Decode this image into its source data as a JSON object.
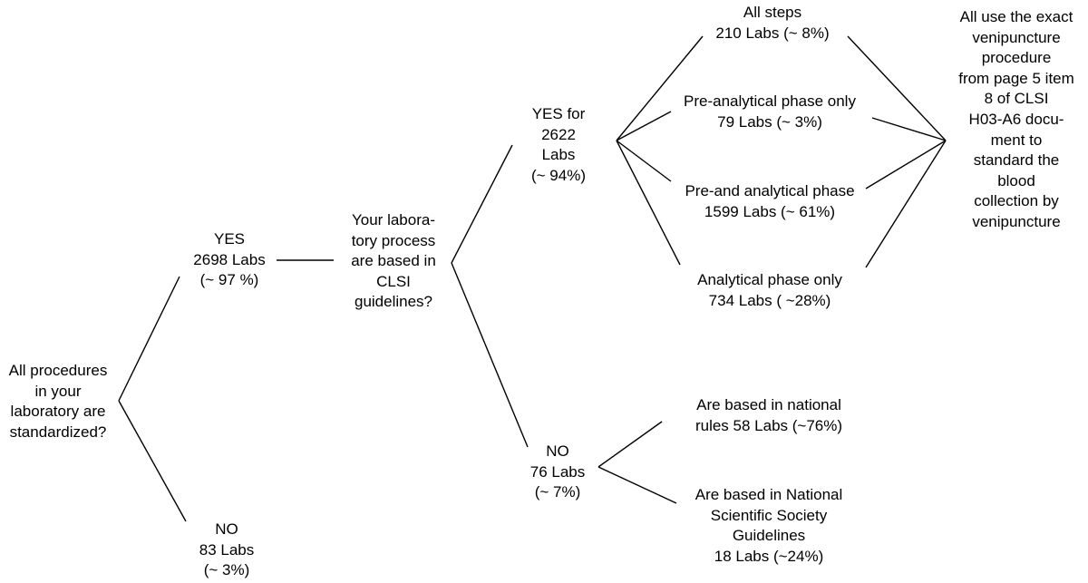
{
  "nodes": {
    "root": {
      "lines": [
        "All procedures",
        "in your",
        "laboratory are",
        "standardized?"
      ]
    },
    "yes_standardized": {
      "lines": [
        "YES",
        "2698 Labs",
        "(~ 97 %)"
      ]
    },
    "no_standardized": {
      "lines": [
        "NO",
        "83 Labs",
        "(~ 3%)"
      ]
    },
    "clsi_question": {
      "lines": [
        "Your labora-",
        "tory process",
        "are based in",
        "CLSI",
        "guidelines?"
      ]
    },
    "yes_clsi": {
      "lines": [
        "YES for",
        "2622",
        "Labs",
        "(~ 94%)"
      ]
    },
    "no_clsi": {
      "lines": [
        "NO",
        "76 Labs",
        "(~ 7%)"
      ]
    },
    "all_steps": {
      "lines": [
        "All steps",
        "210 Labs (~ 8%)"
      ]
    },
    "pre_analytical": {
      "lines": [
        "Pre-analytical phase only",
        "79 Labs (~ 3%)"
      ]
    },
    "pre_and_analytical": {
      "lines": [
        "Pre-and analytical phase",
        "1599 Labs (~ 61%)"
      ]
    },
    "analytical_only": {
      "lines": [
        "Analytical phase only",
        "734 Labs ( ~28%)"
      ]
    },
    "national_rules": {
      "lines": [
        "Are based in national",
        "rules 58 Labs (~76%)"
      ]
    },
    "national_society": {
      "lines": [
        "Are based in National",
        "Scientific Society",
        "Guidelines",
        "18 Labs (~24%)"
      ]
    },
    "venipuncture": {
      "lines": [
        "All use the exact",
        "venipuncture",
        "procedure",
        "from page 5 item",
        "8 of CLSI",
        "H03-A6 docu-",
        "ment to",
        "standard the",
        "blood",
        "collection by",
        "venipuncture"
      ]
    }
  }
}
